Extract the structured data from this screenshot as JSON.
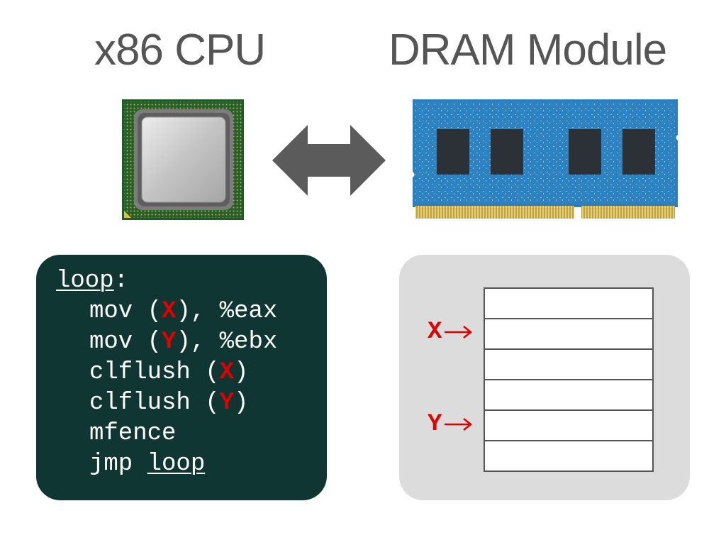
{
  "titles": {
    "cpu": "x86 CPU",
    "dram": "DRAM Module"
  },
  "code": {
    "label": "loop",
    "label_colon": ":",
    "lines": [
      {
        "op": "mov (",
        "arg": "X",
        "rest": "), %eax"
      },
      {
        "op": "mov (",
        "arg": "Y",
        "rest": "), %ebx"
      },
      {
        "op": "clflush (",
        "arg": "X",
        "rest": ")"
      },
      {
        "op": "clflush (",
        "arg": "Y",
        "rest": ")"
      },
      {
        "op": "mfence"
      },
      {
        "op": "jmp ",
        "target": "loop"
      }
    ]
  },
  "memory": {
    "pointer_x": "X",
    "pointer_y": "Y"
  },
  "colors": {
    "code_bg": "#0f3633",
    "highlight": "#e00000",
    "memory_bg": "#dcdcdc",
    "title": "#555555"
  },
  "icons": {
    "cpu": "cpu-chip-icon",
    "dram": "dram-module-icon",
    "link": "double-arrow-icon"
  }
}
